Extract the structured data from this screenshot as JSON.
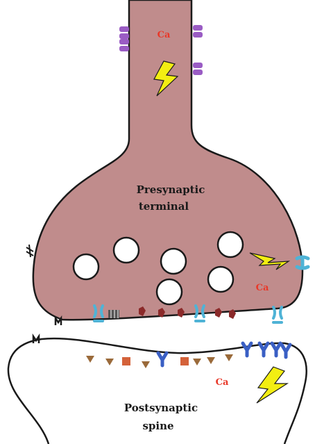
{
  "labels": {
    "presynaptic_line1": "Presynaptic",
    "presynaptic_line2": "terminal",
    "postsynaptic_line1": "Postsynaptic",
    "postsynaptic_line2": "spine",
    "ca_top": "Ca",
    "ca_mid": "Ca",
    "ca_bottom": "Ca"
  },
  "colors": {
    "terminal_fill": "#c08c8c",
    "outline": "#1a1a1a",
    "ca_text": "#e8392a",
    "lightning": "#f3ee12",
    "channel_purple": "#9a5cc4",
    "receptor_cyan": "#4fb3d6",
    "receptor_blue": "#3a5fc4",
    "vesicle_fill": "#ffffff",
    "marker_red": "#8b2a2a",
    "marker_brown": "#9a6a3a",
    "marker_orange": "#d4623a"
  },
  "icons": {
    "lightning": "lightning-bolt-icon",
    "calcium_channel": "calcium-channel-icon",
    "receptor": "receptor-icon",
    "vesicle": "synaptic-vesicle-icon",
    "adhesion": "adhesion-molecule-icon"
  }
}
